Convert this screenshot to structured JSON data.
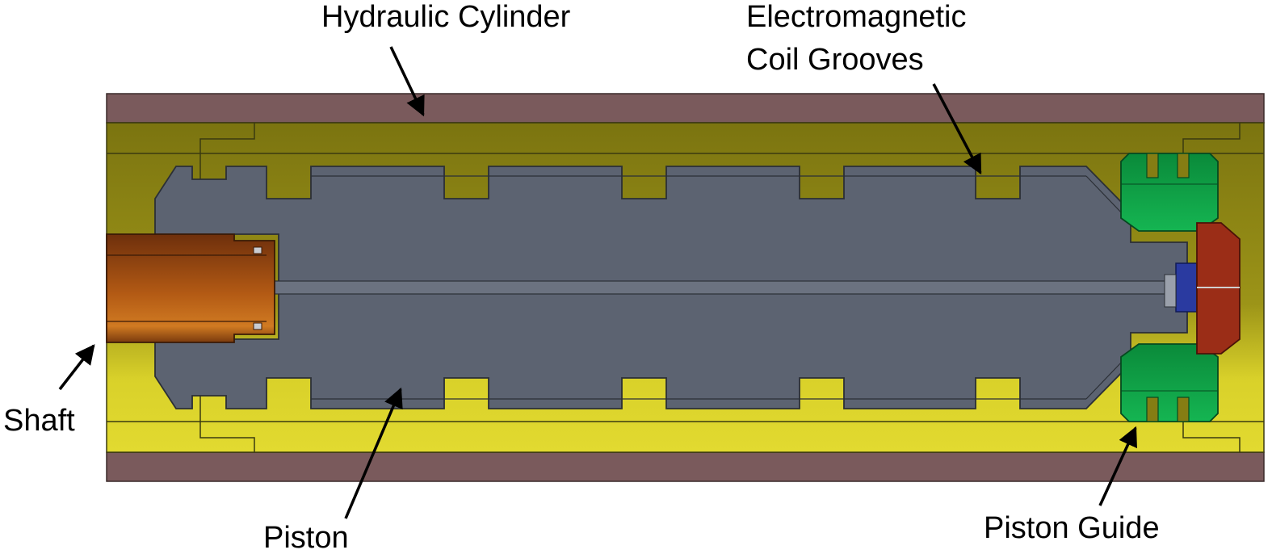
{
  "labels": {
    "hydraulic_cylinder": "Hydraulic Cylinder",
    "coil_grooves_line1": "Electromagnetic",
    "coil_grooves_line2": "Coil Grooves",
    "shaft": "Shaft",
    "piston": "Piston",
    "piston_guide": "Piston Guide"
  },
  "colors": {
    "cylinder_wall": "#7a5a5c",
    "cylinder_liner": "#857d13",
    "liner_bright": "#d7cf2a",
    "piston": "#5c6371",
    "shaft": "#a4520f",
    "guide": "#0fa54a",
    "end_cap": "#9b2d17",
    "fitting": "#2a3aa0"
  }
}
